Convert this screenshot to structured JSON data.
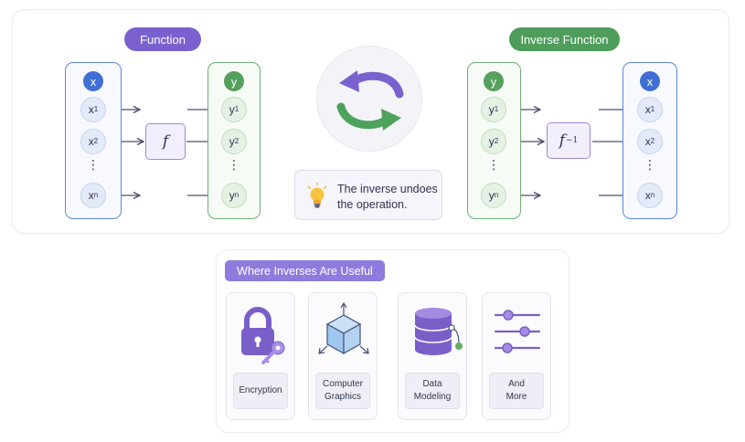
{
  "function_section": {
    "title": "Function",
    "input_header": "x",
    "inputs": [
      "x",
      "x",
      "x"
    ],
    "input_subs": [
      "1",
      "2",
      "n"
    ],
    "output_header": "y",
    "outputs": [
      "y",
      "y",
      "y"
    ],
    "output_subs": [
      "1",
      "2",
      "n"
    ],
    "box_label": "f"
  },
  "inverse_section": {
    "title": "Inverse Function",
    "input_header": "y",
    "inputs": [
      "y",
      "y",
      "y"
    ],
    "input_subs": [
      "1",
      "2",
      "n"
    ],
    "output_header": "x",
    "outputs": [
      "x",
      "x",
      "x"
    ],
    "output_subs": [
      "1",
      "2",
      "n"
    ],
    "box_label": "f",
    "box_sup": "−1"
  },
  "vertical_dots": "⋮",
  "cycle_icon": "swap-cycle-arrows-icon",
  "callout": {
    "icon": "lightbulb-icon",
    "text": "The inverse undoes the operation."
  },
  "uses": {
    "title": "Where Inverses Are Useful",
    "items": [
      {
        "label": "Encryption",
        "icon": "padlock-key-icon"
      },
      {
        "label": "Computer\nGraphics",
        "icon": "3d-cube-axes-icon"
      },
      {
        "label": "Data\nModeling",
        "icon": "database-icon"
      },
      {
        "label": "And\nMore",
        "icon": "sliders-icon"
      }
    ]
  },
  "colors": {
    "purple": "#7b61cf",
    "green": "#4e9d5b",
    "blue": "#3f6fd4",
    "lavender_header": "#8f7bde"
  }
}
